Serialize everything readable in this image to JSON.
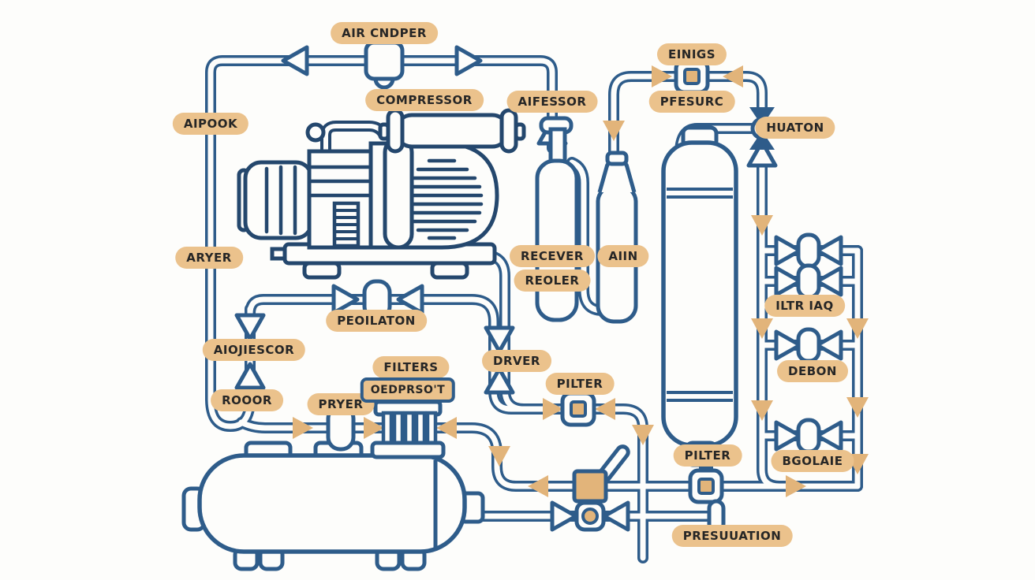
{
  "diagram": {
    "type": "piping-schematic",
    "subject": "air compressor system line diagram",
    "colors": {
      "pipe_blue": "#2e5c8a",
      "component_navy": "#24476d",
      "label_tan": "#ebc28c",
      "arrow_tan": "#e2b47a",
      "background": "#fdfdfb",
      "label_text": "#262626"
    },
    "components": [
      "air-line-coupler",
      "compressor-unit",
      "receiver-cylinder",
      "air-cylinder",
      "vertical-storage-tank",
      "globe-valve",
      "inline-filter",
      "regulator-valve",
      "valve-ladder-manifold",
      "horizontal-receiver-tank",
      "dryer-riser",
      "filter-column",
      "lever-valve",
      "ball-valve",
      "drain-cap"
    ],
    "labels": [
      {
        "text": "AIR CNDPER"
      },
      {
        "text": "COMPRESSOR"
      },
      {
        "text": "AIFESSOR"
      },
      {
        "text": "EINIGS"
      },
      {
        "text": "PFESURC"
      },
      {
        "text": "HUATON"
      },
      {
        "text": "AIPOOK"
      },
      {
        "text": "ARYER"
      },
      {
        "text": "RECEVER"
      },
      {
        "text": "REOLER"
      },
      {
        "text": "AIIN"
      },
      {
        "text": "ILTR IAQ"
      },
      {
        "text": "PEOILATON"
      },
      {
        "text": "AIOJIESCOR"
      },
      {
        "text": "DRVER"
      },
      {
        "text": "DEBON"
      },
      {
        "text": "FILTERS"
      },
      {
        "text": "PILTER"
      },
      {
        "text": "ROOOR"
      },
      {
        "text": "PRYER"
      },
      {
        "text": "OEDPRSO'T"
      },
      {
        "text": "PILTER"
      },
      {
        "text": "BGOLAIE"
      },
      {
        "text": "PRESUUATION"
      }
    ]
  }
}
